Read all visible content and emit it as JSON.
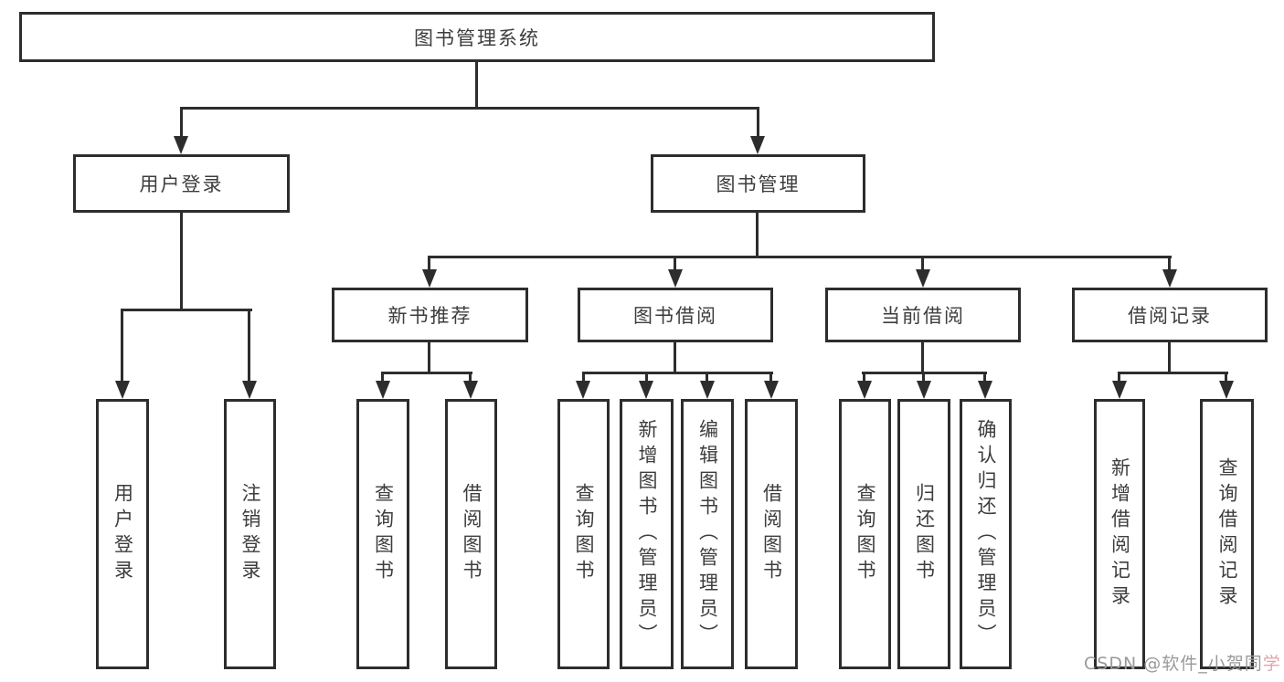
{
  "colors": {
    "line": "#2d2d2d",
    "text": "#3d3d3d",
    "watermark": "#9a9a9a",
    "watermark_accent": "#e0a4ad"
  },
  "tree": {
    "root": {
      "label": "图书管理系统"
    },
    "branches": [
      {
        "label": "用户登录",
        "children": [
          {
            "label": "用户登录"
          },
          {
            "label": "注销登录"
          }
        ]
      },
      {
        "label": "图书管理",
        "children": [
          {
            "label": "新书推荐",
            "children": [
              {
                "label": "查询图书"
              },
              {
                "label": "借阅图书"
              }
            ]
          },
          {
            "label": "图书借阅",
            "children": [
              {
                "label": "查询图书"
              },
              {
                "label": "新增图书（管理员）"
              },
              {
                "label": "编辑图书（管理员）"
              },
              {
                "label": "借阅图书"
              }
            ]
          },
          {
            "label": "当前借阅",
            "children": [
              {
                "label": "查询图书"
              },
              {
                "label": "归还图书"
              },
              {
                "label": "确认归还（管理员）"
              }
            ]
          },
          {
            "label": "借阅记录",
            "children": [
              {
                "label": "新增借阅记录"
              },
              {
                "label": "查询借阅记录"
              }
            ]
          }
        ]
      }
    ]
  },
  "watermark": {
    "main": "CSDN @软件_小贺同",
    "accent": "学"
  }
}
